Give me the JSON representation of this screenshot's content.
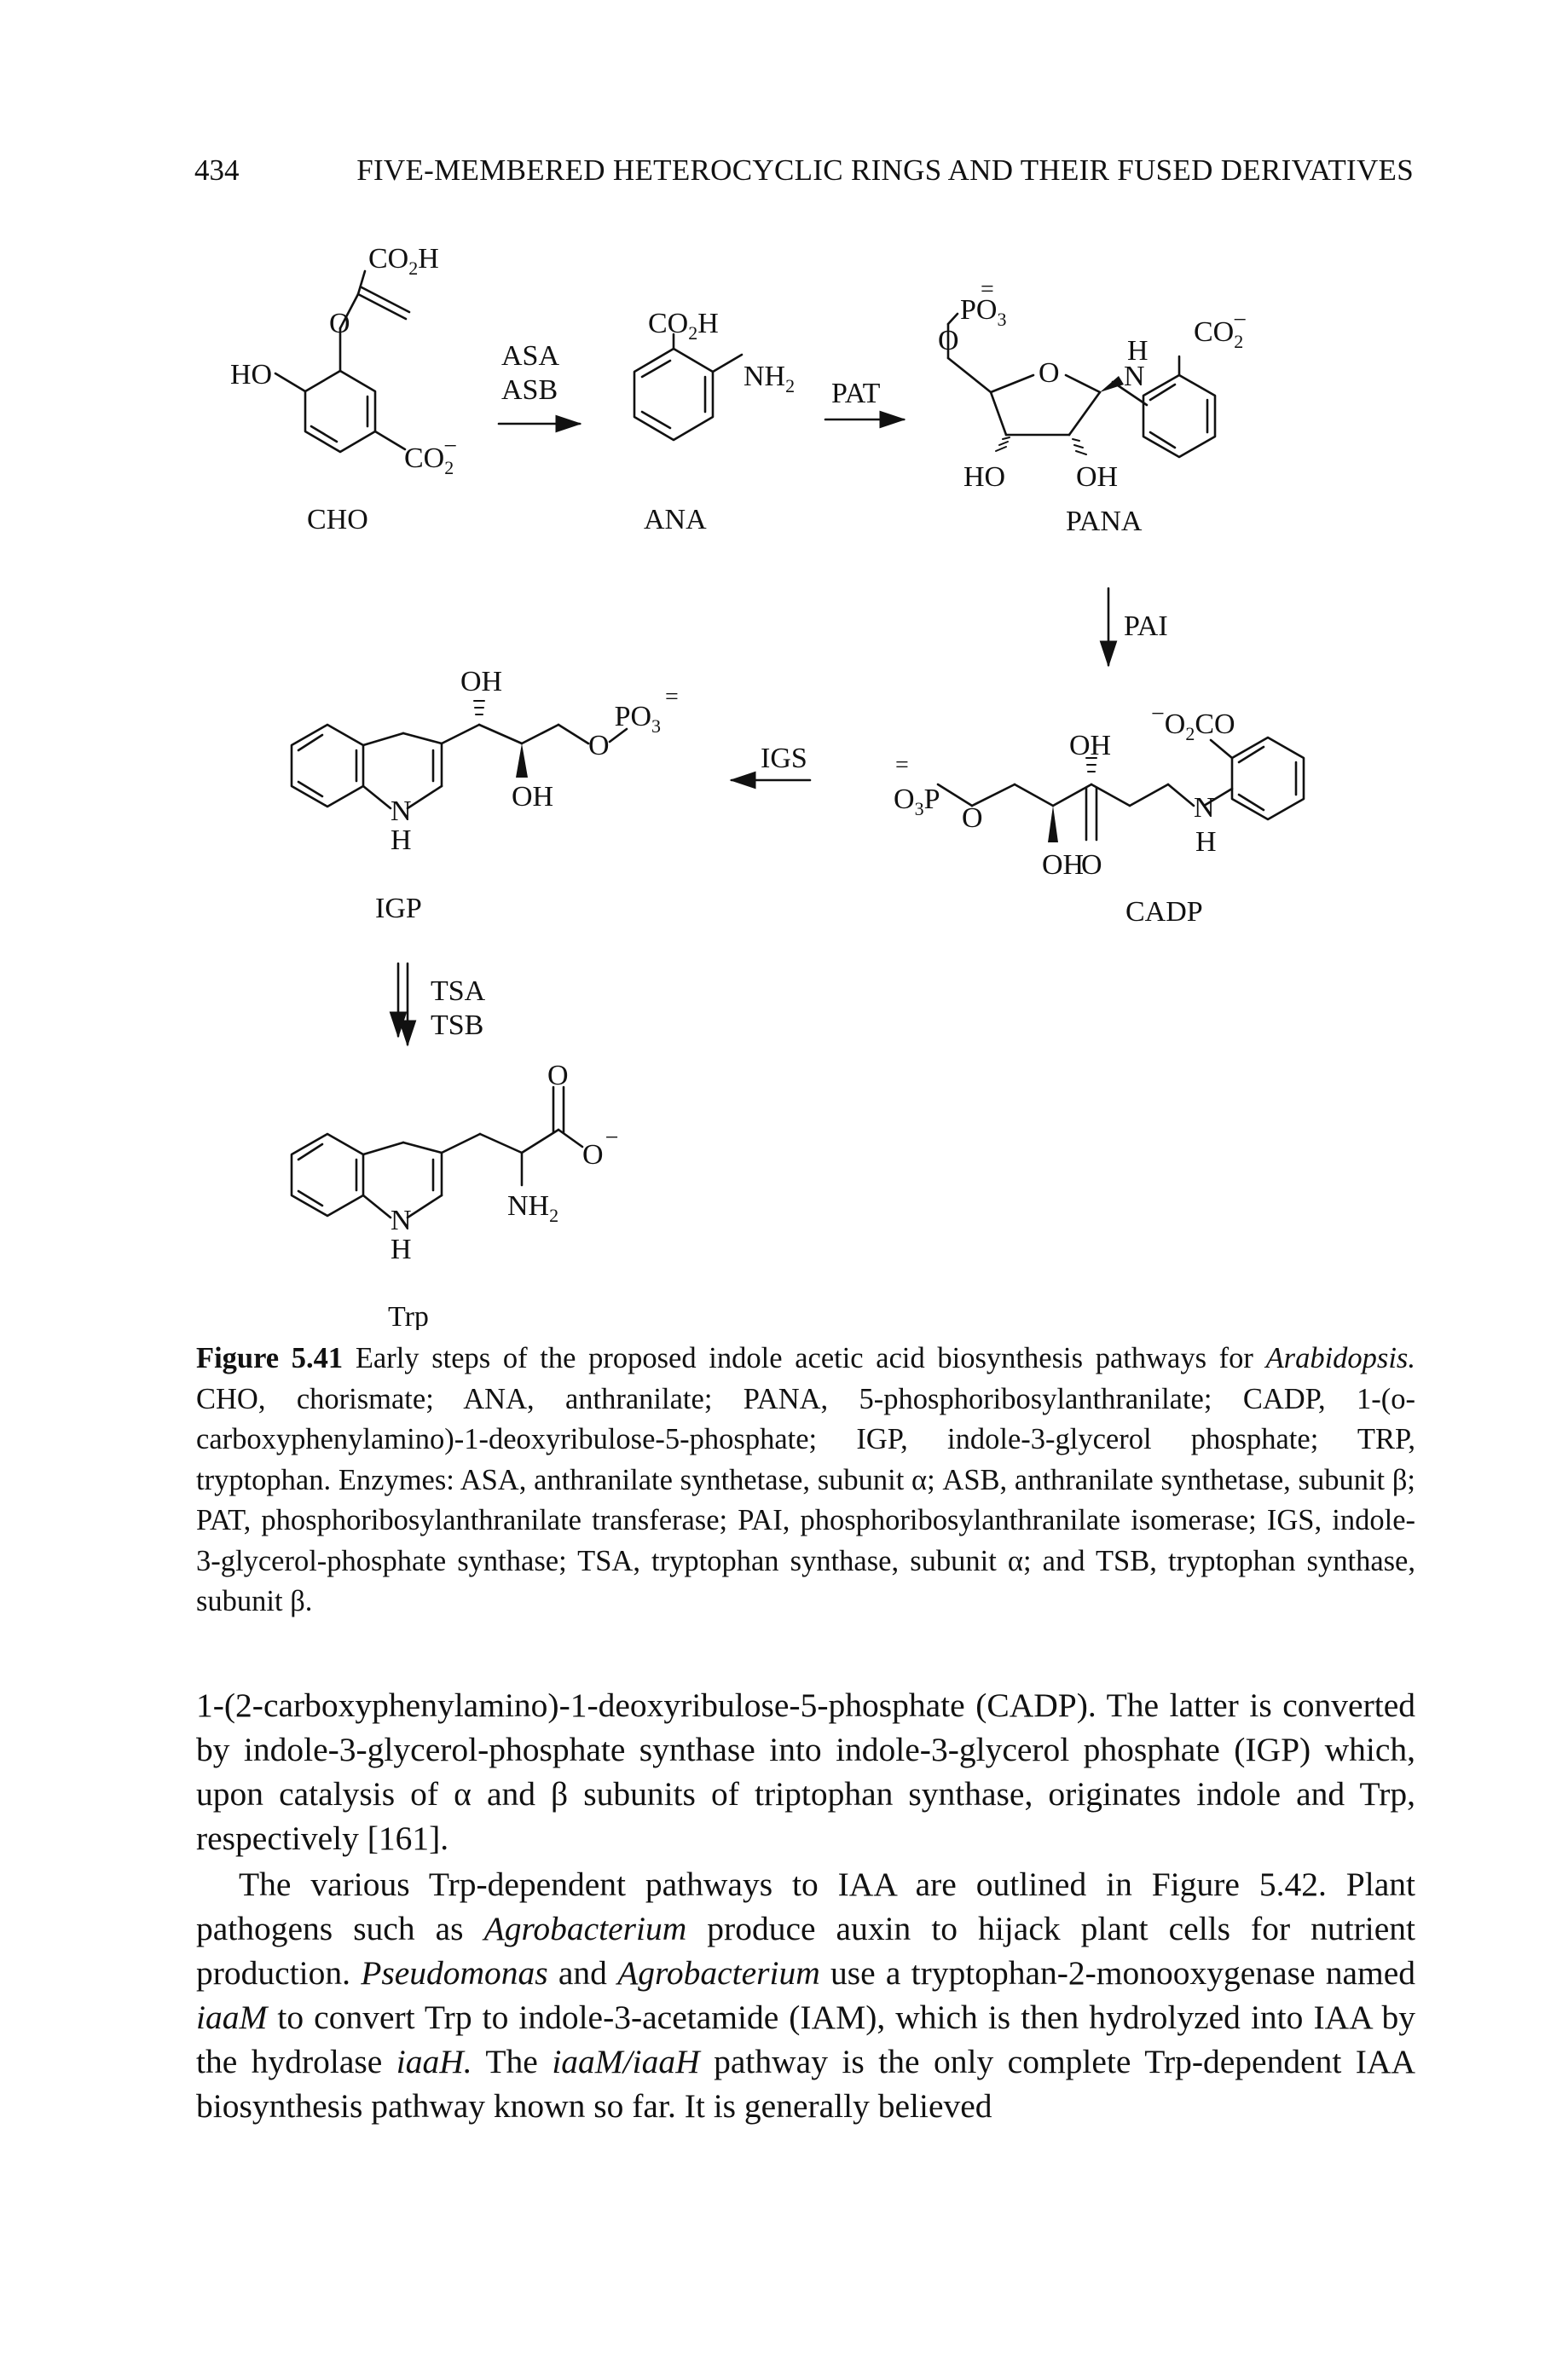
{
  "header": {
    "page_number": "434",
    "running_title": "FIVE-MEMBERED HETEROCYCLIC RINGS AND THEIR FUSED DERIVATIVES"
  },
  "scheme": {
    "compounds": {
      "cho": "CHO",
      "ana": "ANA",
      "pana": "PANA",
      "cadp": "CADP",
      "igp": "IGP",
      "trp": "Trp"
    },
    "enzymes": {
      "asa": "ASA",
      "asb": "ASB",
      "pat": "PAT",
      "pai": "PAI",
      "igs": "IGS",
      "tsa": "TSA",
      "tsb": "TSB"
    },
    "atoms": {
      "co2h": "CO",
      "h_sub": "H",
      "sub2": "2",
      "sub3": "3",
      "ho": "HO",
      "oh": "OH",
      "o": "O",
      "n": "N",
      "h": "H",
      "nh": "NH",
      "po": "PO",
      "p": "P",
      "minus": "−",
      "eq": "="
    }
  },
  "caption": {
    "label": "Figure 5.41",
    "part1": " Early steps of the proposed indole acetic acid biosynthesis pathways for ",
    "italic1": "Arabidopsis.",
    "part2": " CHO, chorismate; ANA, anthranilate; PANA, 5-phosphoribosylanthranilate; CADP, 1-(o-carboxyphenylamino)-1-deoxyribulose-5-phosphate; IGP, indole-3-glycerol phosphate; TRP, tryptophan. Enzymes: ASA, anthranilate synthetase, subunit α; ASB, anthranilate synthetase, subunit β; PAT, phosphoribosylanthranilate transferase; PAI, phosphoribosylanthranilate isomerase; IGS, indole-3-glycerol-phosphate synthase; TSA, tryptophan synthase, subunit α; and TSB, tryptophan synthase, subunit β."
  },
  "body": {
    "p1": "1-(2-carboxyphenylamino)-1-deoxyribulose-5-phosphate (CADP). The latter is converted by indole-3-glycerol-phosphate synthase into indole-3-glycerol phosphate (IGP) which, upon catalysis of α and β subunits of triptophan synthase, originates indole and Trp, respectively [161].",
    "p2_a": "The various Trp-dependent pathways to IAA are outlined in Figure 5.42. Plant pathogens such as ",
    "p2_i1": "Agrobacterium",
    "p2_b": " produce auxin to hijack plant cells for nutrient production. ",
    "p2_i2": "Pseudomonas",
    "p2_c": " and ",
    "p2_i3": "Agrobacterium",
    "p2_d": " use a tryptophan-2-monooxygenase named ",
    "p2_i4": "iaaM",
    "p2_e": " to convert Trp to indole-3-acetamide (IAM), which is then hydrolyzed into IAA by the hydrolase ",
    "p2_i5": "iaaH.",
    "p2_f": " The ",
    "p2_i6": "iaaM/iaaH",
    "p2_g": " pathway is the only complete Trp-dependent IAA biosynthesis pathway known so far. It is generally believed"
  }
}
